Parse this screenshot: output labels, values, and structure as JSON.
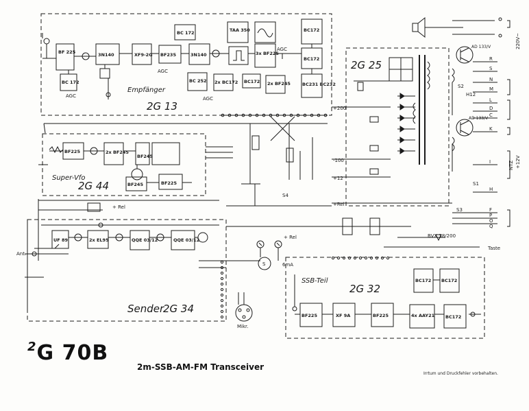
{
  "title": {
    "model": "G 70B",
    "logo_prefix": "2",
    "subtitle": "2m-SSB-AM-FM Transceiver",
    "footnote": "Irrtum und Druckfehler vorbehalten."
  },
  "sections": {
    "empfaenger": {
      "label": "Empfänger",
      "code": "2G 13"
    },
    "super_vfo": {
      "label": "Super-Vfo",
      "code": "2G 44"
    },
    "sender": {
      "label": "Sender",
      "code": "2G 34"
    },
    "netzteil": {
      "code": "2G 25"
    },
    "ssb_teil": {
      "label": "SSB-Teil",
      "code": "2G 32"
    }
  },
  "blocks": {
    "rx": [
      "BF 225",
      "3N140",
      "XF9-2G",
      "BF235",
      "3N140",
      "TAA 350",
      "3x BF225",
      "BC172",
      "BC172",
      "BC231 BC232",
      "BC 172",
      "BC 252",
      "2x BC172",
      "BC172",
      "2x BF245",
      "BC 172"
    ],
    "vfo": [
      "BF225",
      "2x BF245",
      "BF245",
      "BF245",
      "BF225"
    ],
    "tx": [
      "UF 89",
      "2x EL95",
      "QQE 03/12",
      "QQE 03/12"
    ],
    "ssb": [
      "BF225",
      "XF 9A",
      "BF225",
      "4x AAY21",
      "BC172",
      "BC172",
      "BC172"
    ],
    "psu": [
      "AD 133/V",
      "AD 133/V"
    ]
  },
  "labels": {
    "agc": "AGC",
    "ant": "Ant.",
    "mikr": "Mikr.",
    "taste": "Taste",
    "vcc_220": "220V~",
    "vcc_12": "+12V",
    "relay": "+ Rel",
    "bvx": "BVX 38/200",
    "h12": "H12",
    "meter": "6mA",
    "s_mark": "S",
    "plus_200": "+200",
    "minus_100": "-100",
    "plus_12": "+12",
    "plus_rel": "+Rel",
    "s1": "S1",
    "s2": "S2",
    "s3": "S3",
    "s4": "S4",
    "hz_12v": "+12V",
    "ntz": "NTZ"
  },
  "terminals_right": [
    "R",
    "S",
    "N",
    "M",
    "L",
    "D",
    "C",
    "K",
    "I",
    "H",
    "F",
    "P",
    "O",
    "Q"
  ]
}
